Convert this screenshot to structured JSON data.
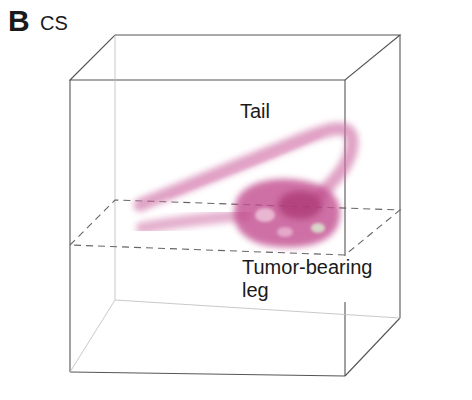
{
  "diagram": {
    "labels": [
      "B",
      "CS",
      "Tail",
      "Tumor-bearing leg"
    ]
  }
}
